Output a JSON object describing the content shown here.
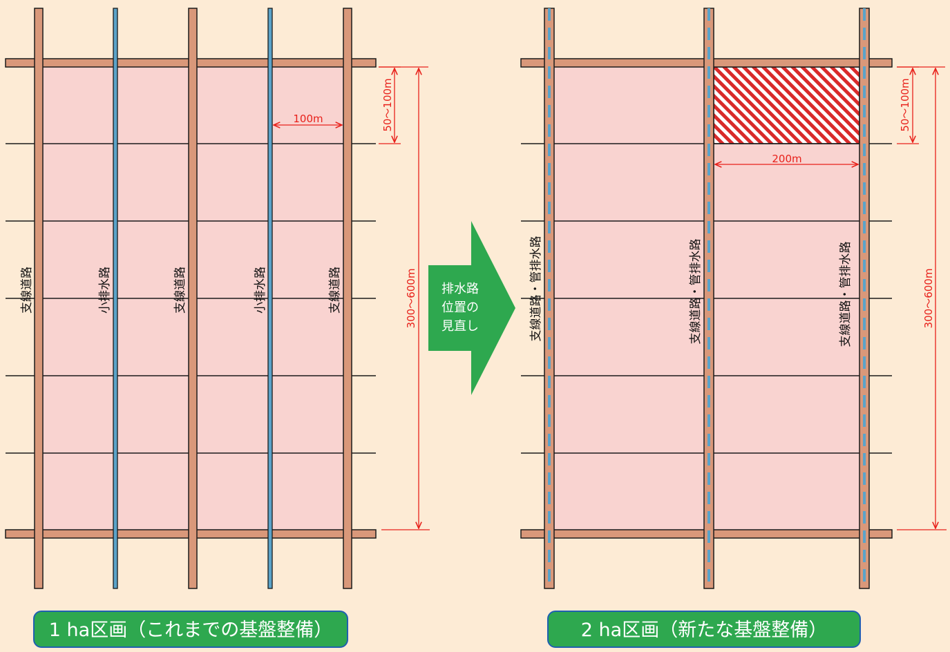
{
  "left_diagram": {
    "road_labels": [
      "支線道路",
      "支線道路",
      "支線道路"
    ],
    "drain_labels": [
      "小排水路",
      "小排水路"
    ],
    "width_label": "100m",
    "plot_depth_label": "50〜100m",
    "total_depth_label": "300〜600m",
    "caption": "1 ha区画（これまでの基盤整備）"
  },
  "arrow": {
    "lines": [
      "排水路",
      "位置の",
      "見直し"
    ],
    "color": "#2ea84f"
  },
  "right_diagram": {
    "road_labels": [
      "支線道路・管排水路",
      "支線道路・管排水路",
      "支線道路・管排水路"
    ],
    "width_label": "200m",
    "plot_depth_label": "50〜100m",
    "total_depth_label": "300〜600m",
    "caption": "2 ha区画（新たな基盤整備）"
  },
  "colors": {
    "background": "#fdebd5",
    "field": "#f9d3d0",
    "road": "#d9987a",
    "drain": "#5ba3c9",
    "dimension": "#e8201a",
    "hatch": "#d92a2a",
    "caption_bg": "#2ea84f",
    "caption_border": "#1f5fb0"
  }
}
